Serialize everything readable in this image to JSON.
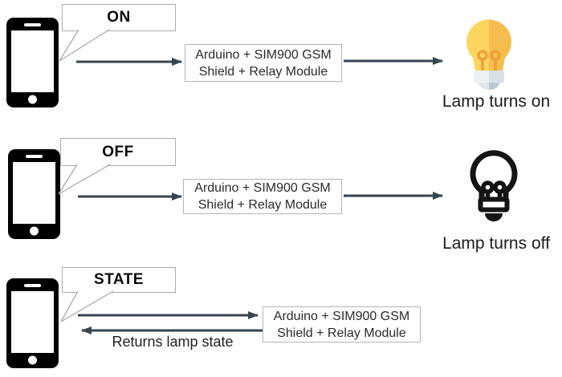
{
  "rows": [
    {
      "command": "ON",
      "module": {
        "line1": "Arduino + SIM900 GSM",
        "line2": "Shield + Relay Module"
      },
      "result": "Lamp turns on",
      "sender_icon": "smartphone-icon",
      "result_icon": "lit-bulb-icon"
    },
    {
      "command": "OFF",
      "module": {
        "line1": "Arduino + SIM900 GSM",
        "line2": "Shield + Relay Module"
      },
      "result": "Lamp turns off",
      "sender_icon": "smartphone-icon",
      "result_icon": "off-bulb-icon"
    },
    {
      "command": "STATE",
      "module": {
        "line1": "Arduino + SIM900 GSM",
        "line2": "Shield + Relay Module"
      },
      "return_label": "Returns lamp state",
      "sender_icon": "smartphone-icon"
    }
  ],
  "colors": {
    "arrow": "#36454F",
    "phone": "#000000",
    "bubble_border": "#ababab",
    "box_border": "#b5b5b5",
    "bulb_on_left": "#FCD55F",
    "bulb_on_right": "#F4BD4D",
    "bulb_filament": "#EFA03C",
    "bulb_socket_left": "#EDF1F4",
    "bulb_socket_right": "#D7DFE5",
    "bulb_dome_left": "#DFE7EC",
    "bulb_dome_right": "#B9C8D3",
    "bulb_off": "#141414"
  }
}
